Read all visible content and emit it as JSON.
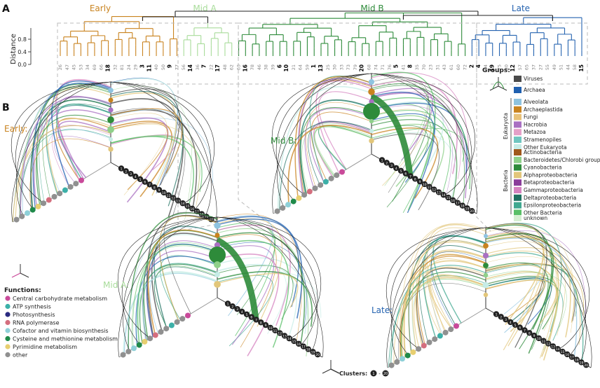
{
  "panels": {
    "a": "A",
    "b": "B"
  },
  "dendrogram": {
    "ylabel": "Distance",
    "yticks": [
      "0.0",
      "0.4",
      "0.8"
    ],
    "groups": [
      {
        "name": "Early",
        "color": "#c9831f"
      },
      {
        "name": "Mid A",
        "color": "#a8dc9a"
      },
      {
        "name": "Mid B",
        "color": "#2e8b3a"
      },
      {
        "name": "Late",
        "color": "#2563b0"
      }
    ],
    "leaves": [
      {
        "t": "26",
        "b": false
      },
      {
        "t": "47",
        "b": false
      },
      {
        "t": "45",
        "b": false
      },
      {
        "t": "53",
        "b": false
      },
      {
        "t": "34",
        "b": false
      },
      {
        "t": "69",
        "b": false
      },
      {
        "t": "66",
        "b": false
      },
      {
        "t": "18",
        "b": true
      },
      {
        "t": "32",
        "b": false
      },
      {
        "t": "81",
        "b": false
      },
      {
        "t": "24",
        "b": false
      },
      {
        "t": "29",
        "b": false
      },
      {
        "t": "3",
        "b": true
      },
      {
        "t": "11",
        "b": true
      },
      {
        "t": "40",
        "b": false
      },
      {
        "t": "50",
        "b": false
      },
      {
        "t": "9",
        "b": true
      },
      {
        "t": "77",
        "b": false
      },
      {
        "t": "56",
        "b": false
      },
      {
        "t": "14",
        "b": true
      },
      {
        "t": "36",
        "b": false
      },
      {
        "t": "7",
        "b": true
      },
      {
        "t": "22",
        "b": false
      },
      {
        "t": "17",
        "b": true
      },
      {
        "t": "48",
        "b": false
      },
      {
        "t": "62",
        "b": false
      },
      {
        "t": "63",
        "b": false
      },
      {
        "t": "16",
        "b": true
      },
      {
        "t": "78",
        "b": false
      },
      {
        "t": "46",
        "b": false
      },
      {
        "t": "38",
        "b": false
      },
      {
        "t": "39",
        "b": false
      },
      {
        "t": "6",
        "b": true
      },
      {
        "t": "10",
        "b": true
      },
      {
        "t": "21",
        "b": false
      },
      {
        "t": "64",
        "b": false
      },
      {
        "t": "59",
        "b": false
      },
      {
        "t": "1",
        "b": true
      },
      {
        "t": "13",
        "b": true
      },
      {
        "t": "25",
        "b": false
      },
      {
        "t": "30",
        "b": false
      },
      {
        "t": "33",
        "b": false
      },
      {
        "t": "73",
        "b": false
      },
      {
        "t": "79",
        "b": false
      },
      {
        "t": "20",
        "b": true
      },
      {
        "t": "68",
        "b": false
      },
      {
        "t": "74",
        "b": false
      },
      {
        "t": "71",
        "b": false
      },
      {
        "t": "76",
        "b": false
      },
      {
        "t": "5",
        "b": true
      },
      {
        "t": "41",
        "b": false
      },
      {
        "t": "8",
        "b": true
      },
      {
        "t": "35",
        "b": false
      },
      {
        "t": "70",
        "b": false
      },
      {
        "t": "23",
        "b": false
      },
      {
        "t": "31",
        "b": false
      },
      {
        "t": "43",
        "b": false
      },
      {
        "t": "61",
        "b": false
      },
      {
        "t": "60",
        "b": false
      },
      {
        "t": "72",
        "b": false
      },
      {
        "t": "2",
        "b": true
      },
      {
        "t": "4",
        "b": true
      },
      {
        "t": "54",
        "b": false
      },
      {
        "t": "19",
        "b": true
      },
      {
        "t": "75",
        "b": false
      },
      {
        "t": "80",
        "b": false
      },
      {
        "t": "12",
        "b": true
      },
      {
        "t": "57",
        "b": false
      },
      {
        "t": "65",
        "b": false
      },
      {
        "t": "37",
        "b": false
      },
      {
        "t": "27",
        "b": false
      },
      {
        "t": "55",
        "b": false
      },
      {
        "t": "49",
        "b": false
      },
      {
        "t": "51",
        "b": false
      },
      {
        "t": "44",
        "b": false
      },
      {
        "t": "58",
        "b": false
      },
      {
        "t": "15",
        "b": true
      }
    ]
  },
  "hive_plots": [
    {
      "name": "Early",
      "color": "#c9831f"
    },
    {
      "name": "Mid A:",
      "color": "#a8dc9a"
    },
    {
      "name": "Mid B:",
      "color": "#2e8b3a"
    },
    {
      "name": "Late:",
      "color": "#2563b0"
    }
  ],
  "early_label": "Early:",
  "legend": {
    "groups_title": "Groups:",
    "top_items": [
      {
        "label": "Viruses",
        "color": "#4a4a4a"
      },
      {
        "label": "Archaea",
        "color": "#2060b0"
      }
    ],
    "eukaryota_label": "Eukaryota",
    "eukaryota": [
      {
        "label": "Alveolata",
        "color": "#8ec3e0"
      },
      {
        "label": "Archaeplastida",
        "color": "#c9831f"
      },
      {
        "label": "Fungi",
        "color": "#e8c27a"
      },
      {
        "label": "Hacrobia",
        "color": "#a970c2"
      },
      {
        "label": "Metazoa",
        "color": "#e4a0c8"
      },
      {
        "label": "Stramenopiles",
        "color": "#6fc6c0"
      },
      {
        "label": "Other Eukaryota",
        "color": "#c6ece6"
      }
    ],
    "bacteria_label": "Bacteria",
    "bacteria": [
      {
        "label": "Actinobacteria",
        "color": "#a0581c"
      },
      {
        "label": "Bacteroidetes/Chlorobi group",
        "color": "#8fd08a"
      },
      {
        "label": "Cyanobacteria",
        "color": "#2e8b3a"
      },
      {
        "label": "Alphaproteobacteria",
        "color": "#e2c67a"
      },
      {
        "label": "Betaproteobacteria",
        "color": "#8a3d9a"
      },
      {
        "label": "Gammaproteobacteria",
        "color": "#d583c0"
      },
      {
        "label": "Deltaproteobacteria",
        "color": "#1e7060"
      },
      {
        "label": "Epsilonproteobacteria",
        "color": "#40a890"
      },
      {
        "label": "Other Bacteria",
        "color": "#5abf68"
      }
    ],
    "unknown": {
      "label": "unknown",
      "color": "#d6efd2"
    }
  },
  "functions": {
    "title": "Functions:",
    "items": [
      {
        "label": "Central carbohydrate metabolism",
        "color": "#c94a9a"
      },
      {
        "label": "ATP synthesis",
        "color": "#3cb0a8"
      },
      {
        "label": "Photosynthesis",
        "color": "#2a2a80"
      },
      {
        "label": "RNA polymerase",
        "color": "#d46e7e"
      },
      {
        "label": "Cofactor and vitamin biosynthesis",
        "color": "#8ed0d8"
      },
      {
        "label": "Cysteine and methionine metabolism",
        "color": "#1f8a4a"
      },
      {
        "label": "Pyrimidine metabolism",
        "color": "#e8cf70"
      },
      {
        "label": "other",
        "color": "#909090"
      }
    ]
  },
  "clusters_label": "Clusters:",
  "cluster_numbers": [
    "1",
    "2",
    "3",
    "4",
    "5",
    "6",
    "7",
    "8",
    "9",
    "10",
    "11",
    "12",
    "13",
    "14",
    "15",
    "16",
    "17",
    "18",
    "19",
    "20"
  ],
  "cluster_range": {
    "start": "1",
    "end": "20"
  }
}
